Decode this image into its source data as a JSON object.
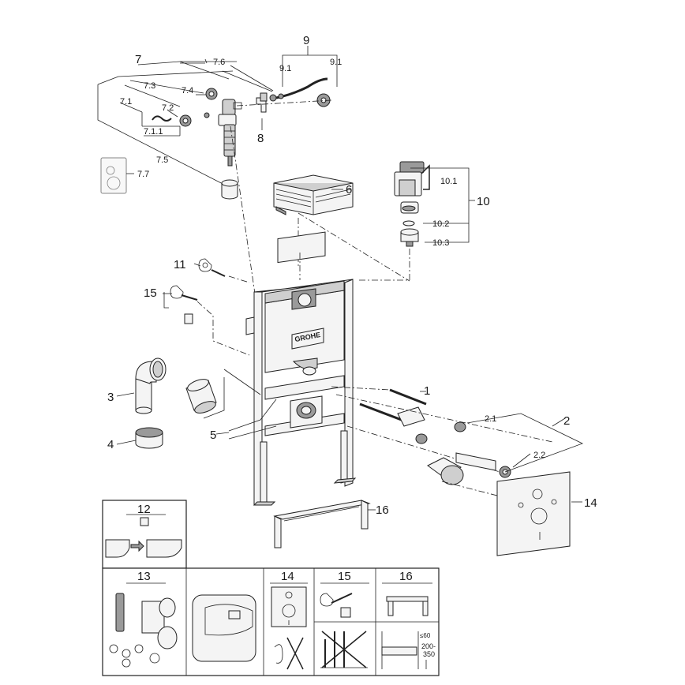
{
  "callouts": {
    "c1": "1",
    "c2": "2",
    "c2_1": "2.1",
    "c2_2": "2.2",
    "c3": "3",
    "c4": "4",
    "c5": "5",
    "c6": "6",
    "c7": "7",
    "c7_1": "7.1",
    "c7_1_1": "7.1.1",
    "c7_2": "7.2",
    "c7_3": "7.3",
    "c7_4": "7.4",
    "c7_5": "7.5",
    "c7_6": "7.6",
    "c7_7": "7.7",
    "c8": "8",
    "c9": "9",
    "c9_1a": "9.1",
    "c9_1b": "9.1",
    "c10": "10",
    "c10_1": "10.1",
    "c10_2": "10.2",
    "c10_3": "10.3",
    "c11": "11",
    "c14": "14",
    "c15": "15",
    "c16": "16"
  },
  "brand": "GROHE",
  "table": {
    "box12": "12",
    "cols": [
      "13",
      "14",
      "15",
      "16"
    ],
    "dim_top": "≤60",
    "dim_range": "200-",
    "dim_range2": "350"
  }
}
